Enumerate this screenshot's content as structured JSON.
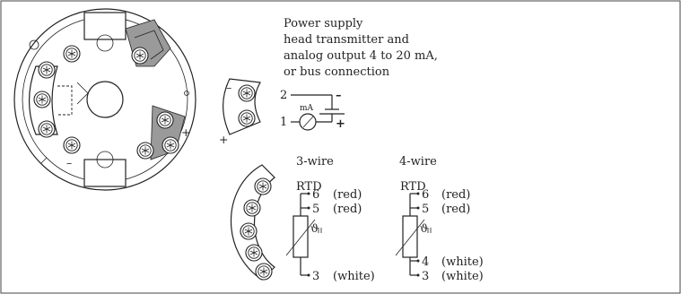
{
  "power_supply": {
    "lines": [
      "Power supply",
      "head transmitter and",
      "analog output 4 to 20 mA,",
      "or bus connection"
    ],
    "terminal_2": "2",
    "terminal_1": "1",
    "meter_unit": "mA",
    "minus_sign": "–",
    "plus_sign": "+",
    "block_minus": "–",
    "block_plus": "+"
  },
  "head_transmitter": {
    "minus_mark": "–",
    "plus_mark": "+"
  },
  "three_wire": {
    "title": "3-wire",
    "sensor": "RTD",
    "symbol": "ϑ",
    "rows": [
      {
        "num": "6",
        "color": "(red)"
      },
      {
        "num": "5",
        "color": "(red)"
      },
      {
        "num": "3",
        "color": "(white)"
      }
    ]
  },
  "four_wire": {
    "title": "4-wire",
    "sensor": "RTD",
    "symbol": "ϑ",
    "rows": [
      {
        "num": "6",
        "color": "(red)"
      },
      {
        "num": "5",
        "color": "(red)"
      },
      {
        "num": "4",
        "color": "(white)"
      },
      {
        "num": "3",
        "color": "(white)"
      }
    ]
  }
}
